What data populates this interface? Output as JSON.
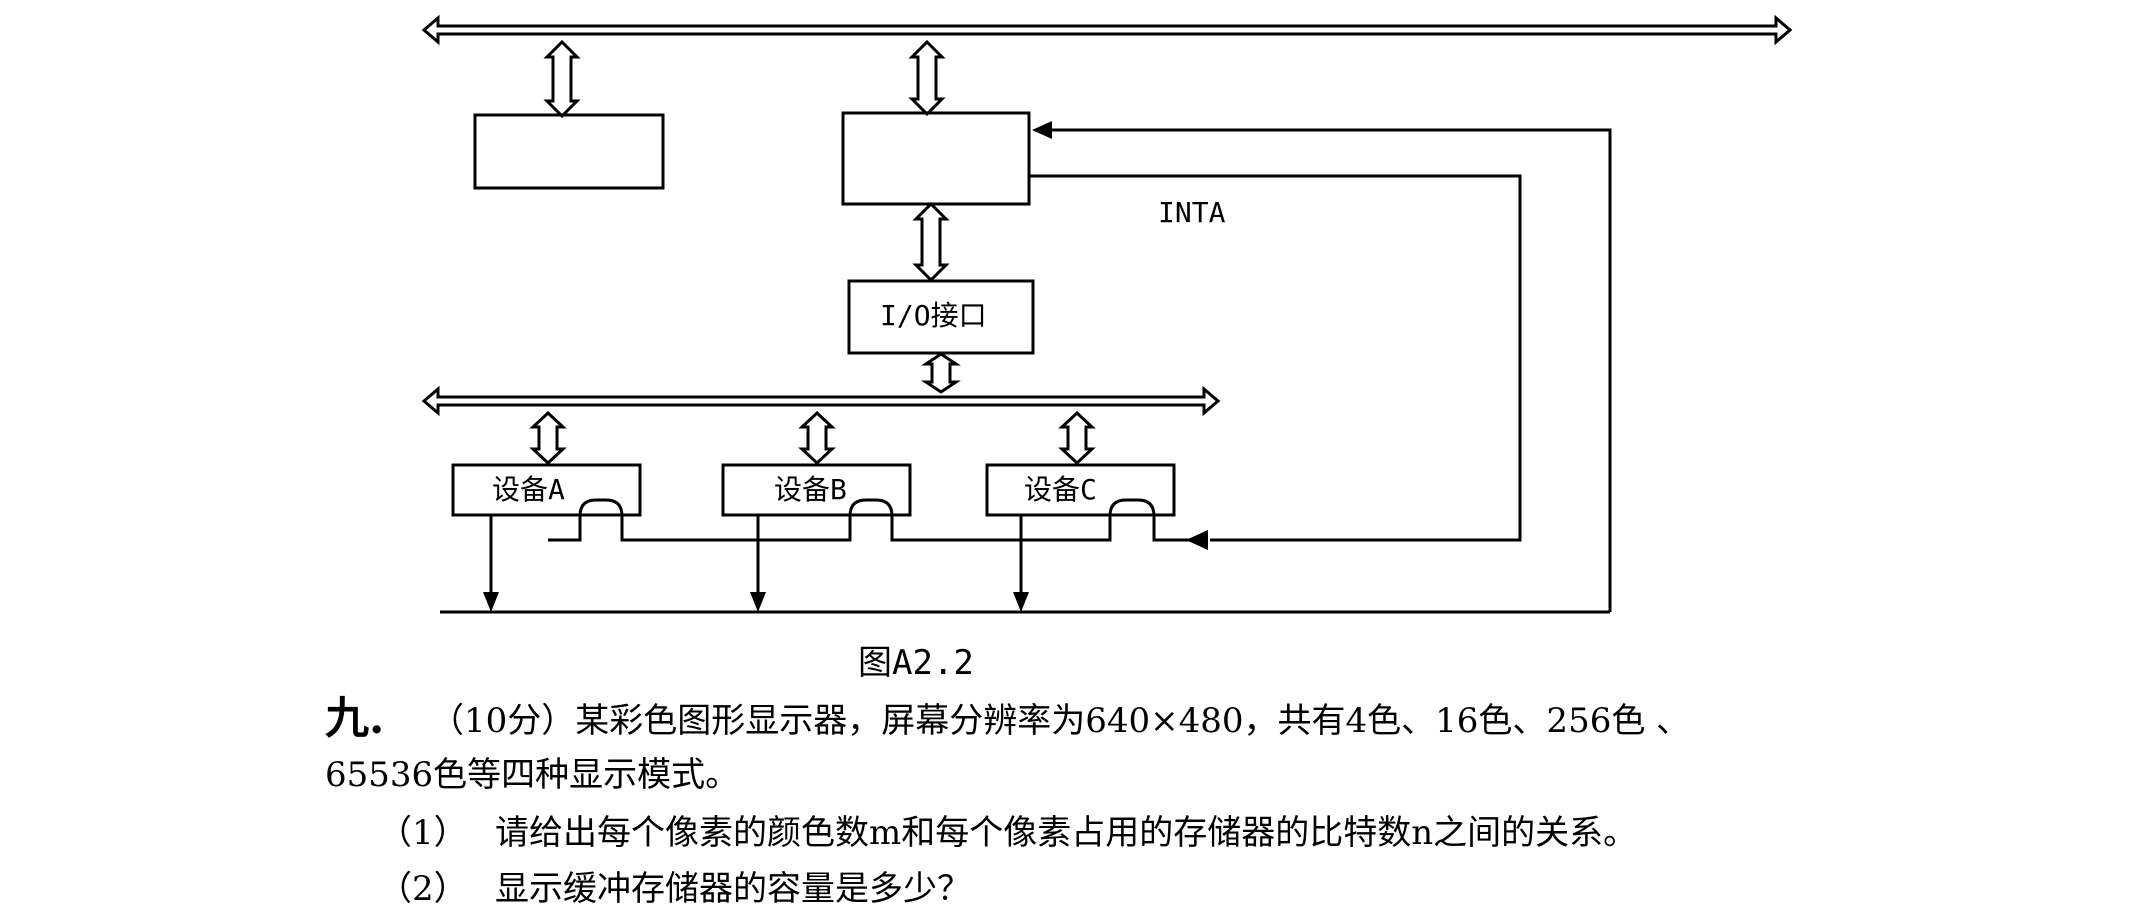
{
  "diagram": {
    "io_interface": "I/O接口",
    "inta": "INTA",
    "device_a": "设备A",
    "device_b": "设备B",
    "device_c": "设备C",
    "caption": "图A2.2"
  },
  "question": {
    "number": "九.",
    "line1": "（10分）某彩色图形显示器，屏幕分辨率为640×480，共有4色、16色、256色 、",
    "line2": "65536色等四种显示模式。",
    "items": [
      {
        "index": "（1）",
        "text": "请给出每个像素的颜色数m和每个像素占用的存储器的比特数n之间的关系。"
      },
      {
        "index": "（2）",
        "text": "显示缓冲存储器的容量是多少？"
      }
    ]
  }
}
